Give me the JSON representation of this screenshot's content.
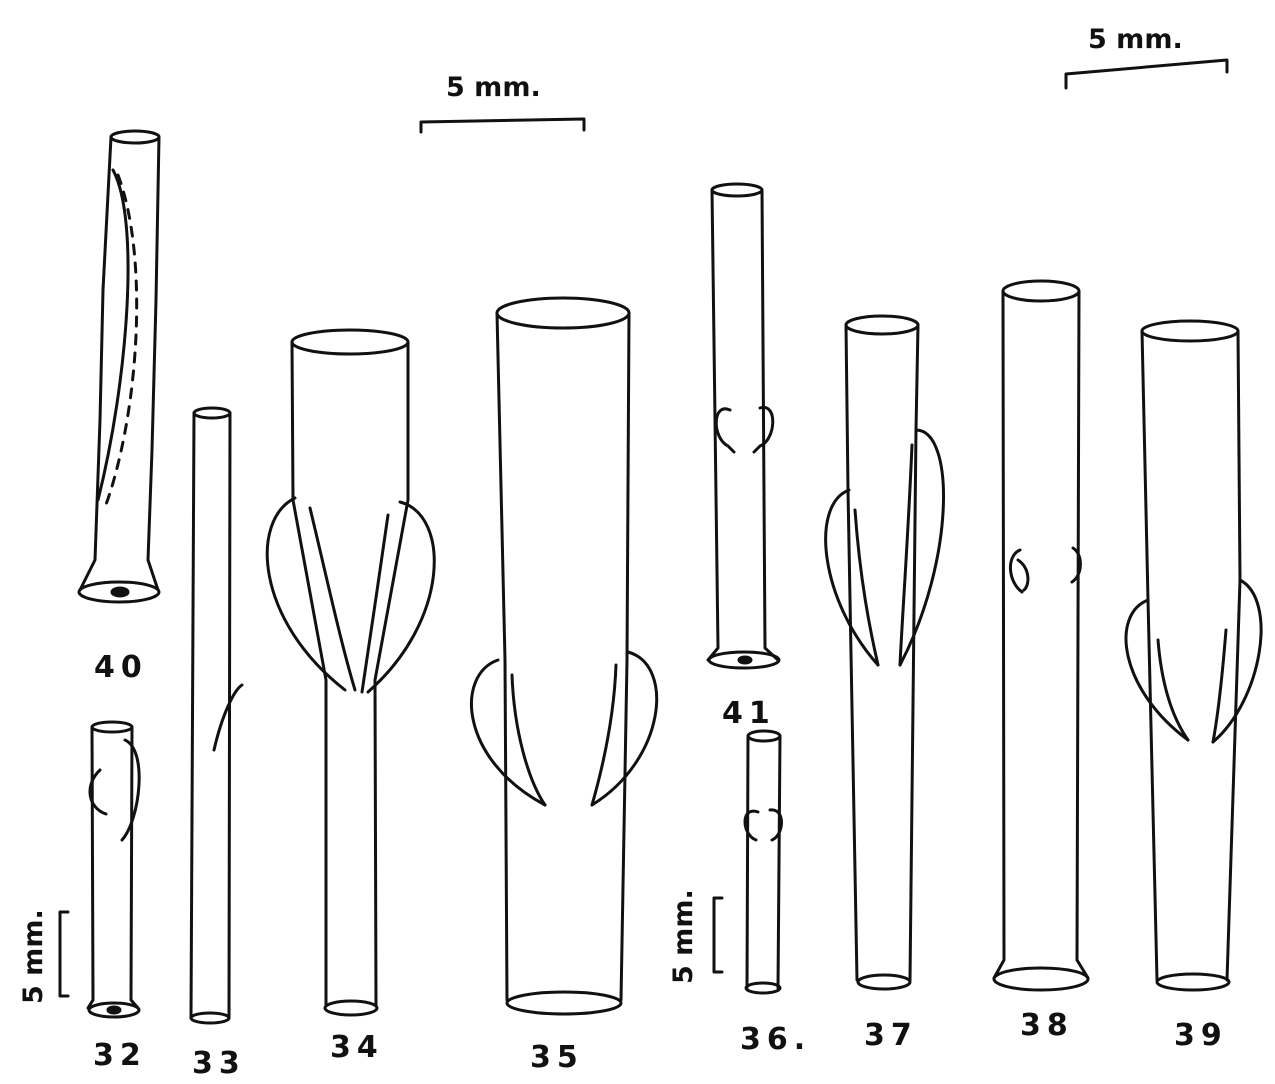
{
  "figure": {
    "ink_color": "#111111",
    "background": "#ffffff",
    "scale_bars": {
      "top_middle": "5 mm.",
      "top_right": "5 mm.",
      "left_vertical": "5 mm.",
      "middle_vertical": "5 mm."
    },
    "specimen_numbers": {
      "s32": "32",
      "s33": "33",
      "s34": "34",
      "s35": "35",
      "s36": "36.",
      "s37": "37",
      "s38": "38",
      "s39": "39",
      "s40": "40",
      "s41": "41"
    }
  }
}
